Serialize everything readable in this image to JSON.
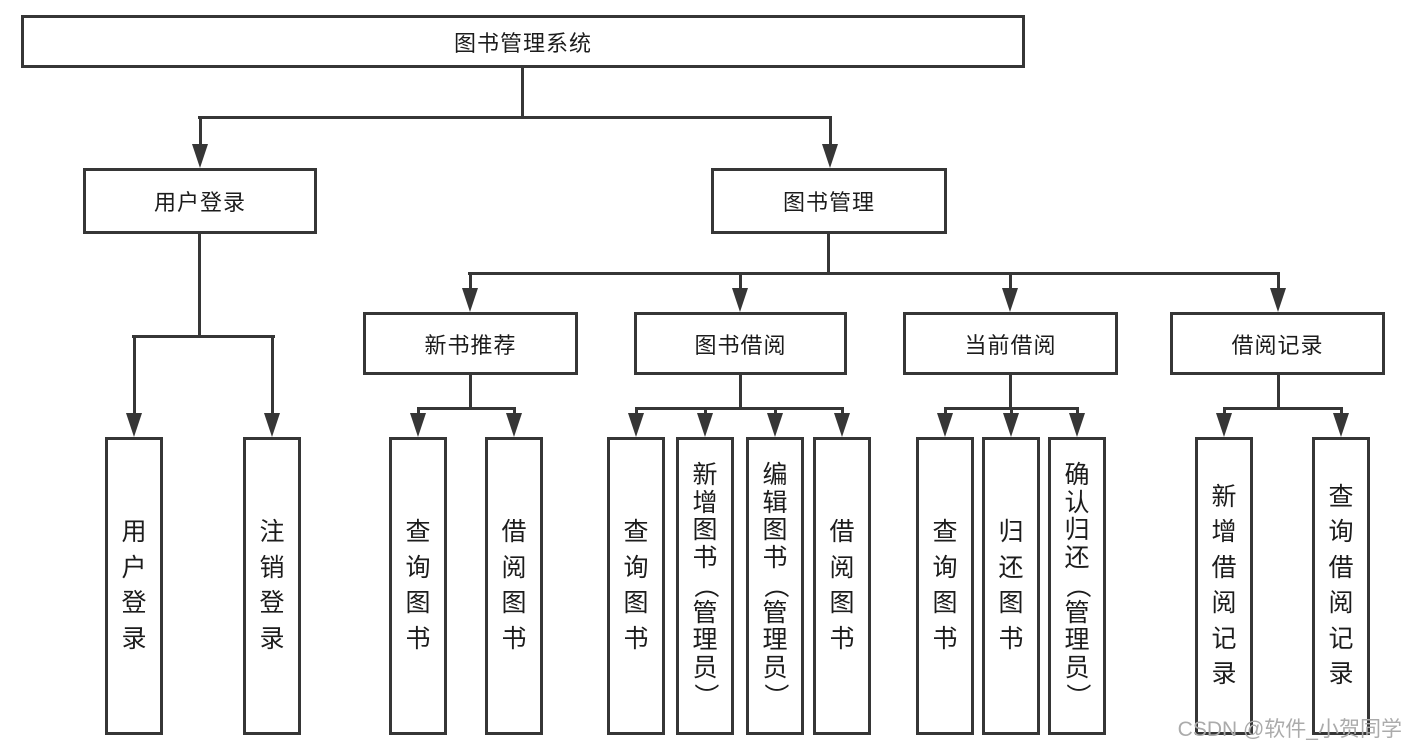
{
  "diagram": {
    "title": "图书管理系统",
    "root": {
      "label": "图书管理系统"
    },
    "level2": [
      {
        "label": "用户登录"
      },
      {
        "label": "图书管理"
      }
    ],
    "level3": [
      {
        "label": "新书推荐"
      },
      {
        "label": "图书借阅"
      },
      {
        "label": "当前借阅"
      },
      {
        "label": "借阅记录"
      }
    ],
    "leaves": {
      "user_login": [
        "用户登录",
        "注销登录"
      ],
      "new_books": [
        "查询图书",
        "借阅图书"
      ],
      "book_borrow": [
        "查询图书",
        "新增图书（管理员）",
        "编辑图书（管理员）",
        "借阅图书"
      ],
      "current_borrow": [
        "查询图书",
        "归还图书",
        "确认归还（管理员）"
      ],
      "borrow_records": [
        "新增借阅记录",
        "查询借阅记录"
      ]
    }
  },
  "watermark": {
    "text": "CSDN @软件_小贺同学",
    "color": "#ababab"
  },
  "colors": {
    "line": "#363636",
    "text": "#1c1c1c",
    "background": "#ffffff"
  }
}
